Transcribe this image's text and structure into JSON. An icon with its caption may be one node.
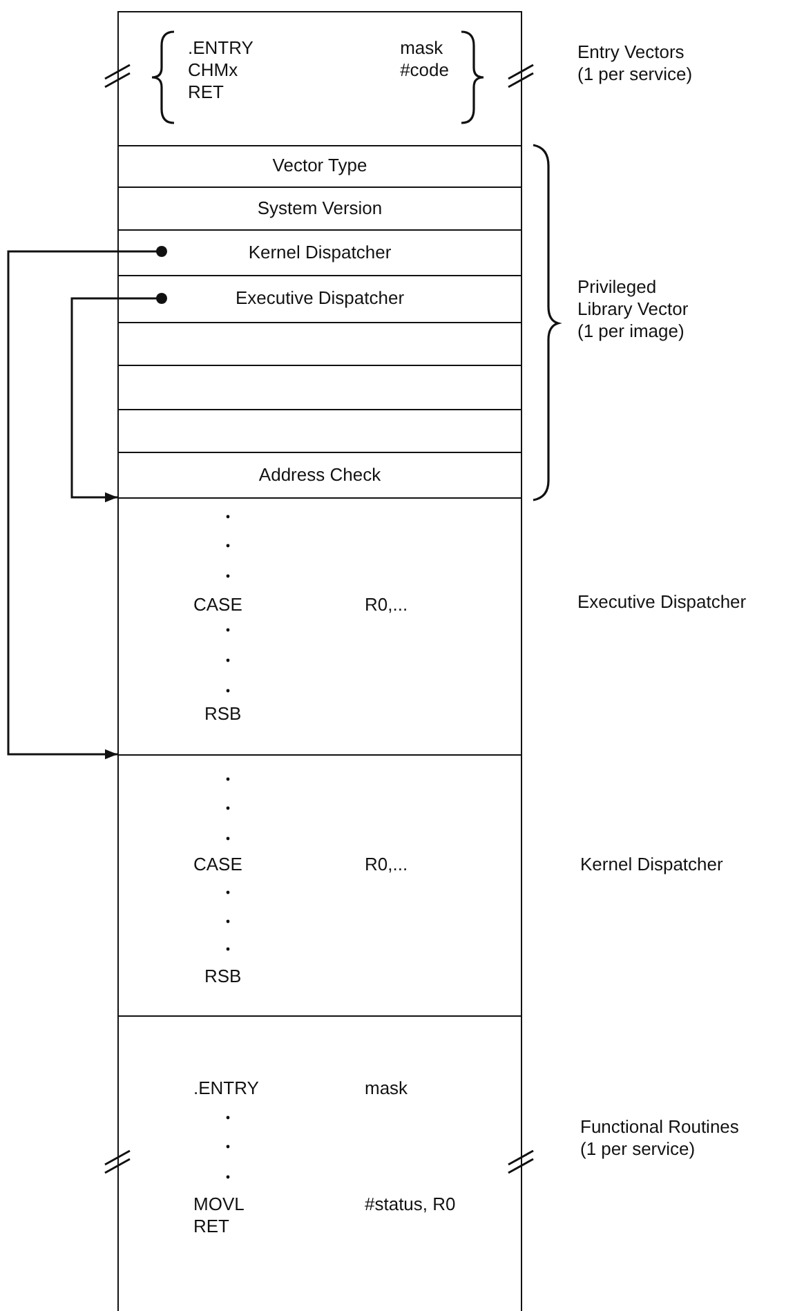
{
  "diagram": {
    "nodes": [
      {
        "text": [
          ".ENTRY CHMx RET",
          "mask #code"
        ],
        "beside": [
          "Entry Vectors (1 per service)"
        ]
      },
      {
        "text": [
          "Vector Type"
        ]
      },
      {
        "text": [
          "System Version"
        ]
      },
      {
        "text": [
          "Kernel Dispatcher"
        ]
      },
      {
        "text": [
          "Executive Dispatcher"
        ]
      },
      {
        "text": [],
        "shape": "box"
      },
      {
        "text": [],
        "shape": "box"
      },
      {
        "text": [],
        "shape": "box"
      },
      {
        "text": [
          "Address Check"
        ]
      },
      {
        "text": [
          "CASE",
          "R0,...",
          "RSB"
        ],
        "beside": [
          "Executive Dispatcher"
        ]
      },
      {
        "text": [
          "CASE",
          "R0,...",
          "RSB"
        ],
        "beside": [
          "Kernel Dispatcher"
        ]
      },
      {
        "text": [
          ".ENTRY",
          "mask",
          "MOVL RET",
          "#status, R0"
        ],
        "beside": [
          "Functional Routines (1 per service)"
        ]
      }
    ],
    "edges": [
      {
        "from": 3,
        "to": 10,
        "arrow": "to"
      },
      {
        "from": 4,
        "to": 9,
        "arrow": "to"
      }
    ],
    "labels": [
      "Privileged Library Vector (1 per image)"
    ]
  }
}
